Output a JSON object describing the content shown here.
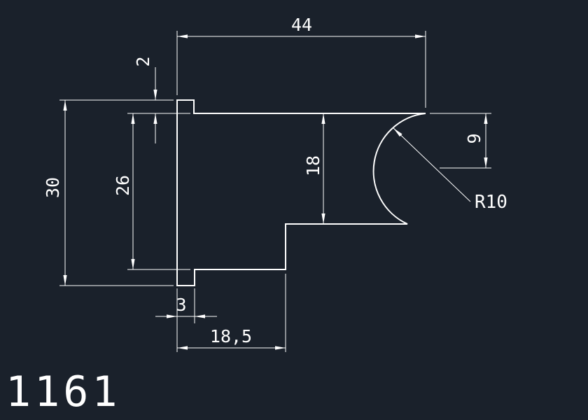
{
  "canvas": {
    "background_color": "#1a212b",
    "line_color": "#ffffff"
  },
  "drawing_number": "1161",
  "dimensions": {
    "total_width": "44",
    "top_step": "2",
    "total_height": "30",
    "inner_height": "26",
    "right_height": "18",
    "right_depth": "9",
    "fillet_radius": "R10",
    "tab_width": "3",
    "bottom_width": "18,5"
  }
}
